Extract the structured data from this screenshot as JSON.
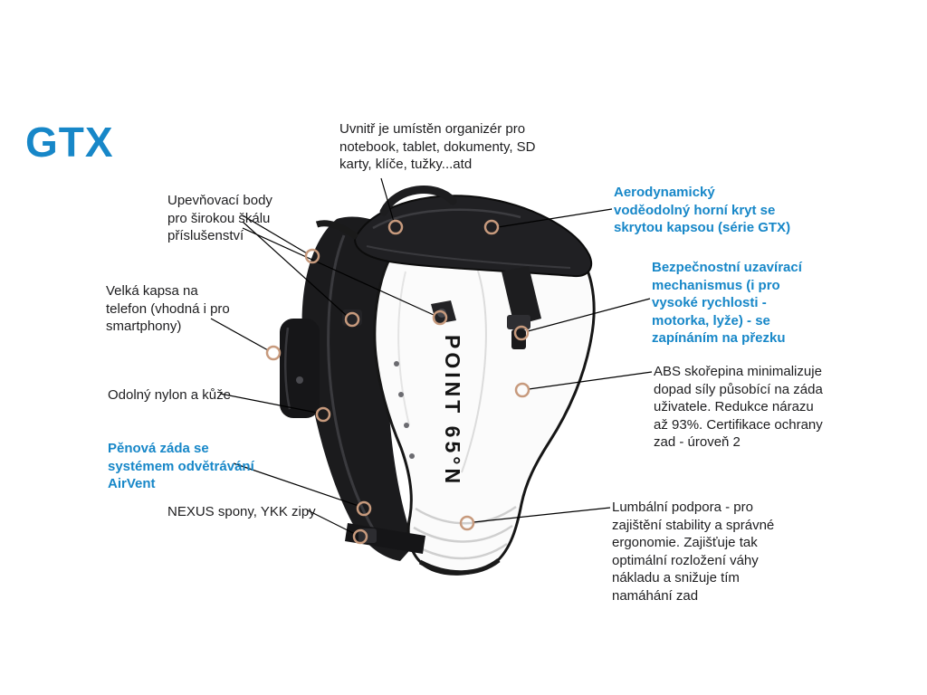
{
  "page": {
    "background": "#ffffff",
    "accent_blue": "#1787c8",
    "ring_color": "#c79a7d"
  },
  "title": {
    "text": "GTX"
  },
  "product": {
    "shell_label": "POINT 65°N"
  },
  "annotations": {
    "organizer": "Uvnitř je umístěn organizér pro notebook, tablet, dokumenty, SD karty, klíče, tužky...atd",
    "attachment_points": "Upevňovací body pro širokou škálu příslušenství",
    "phone_pocket": "Velká kapsa na telefon (vhodná i pro smartphony)",
    "nylon_leather": "Odolný nylon a kůže",
    "airvent_back": "Pěnová záda se systémem odvětrávání AirVent",
    "nexus_ykk": "NEXUS spony, YKK zipy",
    "aero_lid": "Aerodynamický voděodolný horní kryt se skrytou kapsou (série GTX)",
    "safety_lock": "Bezpečnostní uzavírací mechanismus (i pro vysoké rychlosti - motorka, lyže) - se zapínáním na přezku",
    "abs_shell": "ABS skořepina minimalizuje dopad síly působící na záda uživatele. Redukce nárazu až 93%. Certifikace ochrany zad - úroveň 2",
    "lumbar": "Lumbální podpora - pro zajištění stability a správné ergonomie. Zajišťuje tak optimální rozložení váhy nákladu a snižuje tím namáhání zad"
  }
}
